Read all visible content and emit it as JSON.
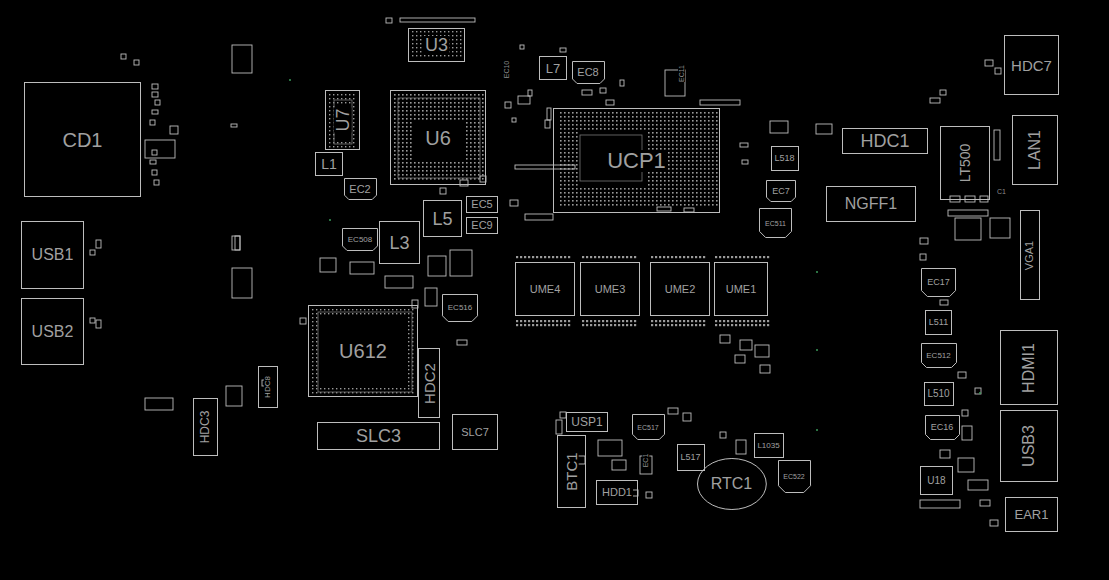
{
  "diagram": {
    "nodes": [
      {
        "text": [
          "CD1"
        ]
      },
      {
        "text": [
          "USB1"
        ]
      },
      {
        "text": [
          "USB2"
        ]
      },
      {
        "text": [
          "HDC3"
        ]
      },
      {
        "text": [
          "HDC8"
        ]
      },
      {
        "text": [
          "U3"
        ]
      },
      {
        "text": [
          "U7"
        ]
      },
      {
        "text": [
          "U6"
        ]
      },
      {
        "text": [
          "L1"
        ]
      },
      {
        "text": [
          "EC2"
        ]
      },
      {
        "text": [
          "L5"
        ]
      },
      {
        "text": [
          "EC5"
        ]
      },
      {
        "text": [
          "EC9"
        ]
      },
      {
        "text": [
          "L3"
        ]
      },
      {
        "text": [
          "EC508"
        ]
      },
      {
        "text": [
          "EC516"
        ]
      },
      {
        "text": [
          "U612"
        ]
      },
      {
        "text": [
          "HDC2"
        ]
      },
      {
        "text": [
          "SLC3"
        ]
      },
      {
        "text": [
          "SLC7"
        ]
      },
      {
        "text": [
          "L7"
        ]
      },
      {
        "text": [
          "EC8"
        ]
      },
      {
        "text": [
          "UCP1"
        ]
      },
      {
        "text": [
          "L518"
        ]
      },
      {
        "text": [
          "EC7"
        ]
      },
      {
        "text": [
          "EC511"
        ]
      },
      {
        "text": [
          "HDC1"
        ]
      },
      {
        "text": [
          "NGFF1"
        ]
      },
      {
        "text": [
          "HDC7"
        ]
      },
      {
        "text": [
          "LAN1"
        ]
      },
      {
        "text": [
          "LT500"
        ]
      },
      {
        "text": [
          "VGA1"
        ]
      },
      {
        "text": [
          "UME4"
        ]
      },
      {
        "text": [
          "UME3"
        ]
      },
      {
        "text": [
          "UME2"
        ]
      },
      {
        "text": [
          "UME1"
        ]
      },
      {
        "text": [
          "EC17"
        ]
      },
      {
        "text": [
          "L511"
        ]
      },
      {
        "text": [
          "EC512"
        ]
      },
      {
        "text": [
          "HDMI1"
        ]
      },
      {
        "text": [
          "L510"
        ]
      },
      {
        "text": [
          "EC16"
        ]
      },
      {
        "text": [
          "USB3"
        ]
      },
      {
        "text": [
          "U18"
        ]
      },
      {
        "text": [
          "EAR1"
        ]
      },
      {
        "text": [
          "USP1"
        ]
      },
      {
        "text": [
          "EC517"
        ]
      },
      {
        "text": [
          "L517"
        ]
      },
      {
        "text": [
          "L1035"
        ]
      },
      {
        "text": [
          "EC522"
        ]
      },
      {
        "text": [
          "RTC1"
        ]
      },
      {
        "text": [
          "BTC1"
        ]
      },
      {
        "text": [
          "HDD1"
        ]
      }
    ],
    "labels": [
      "EC10",
      "EC11",
      "C1",
      "EC1"
    ]
  }
}
